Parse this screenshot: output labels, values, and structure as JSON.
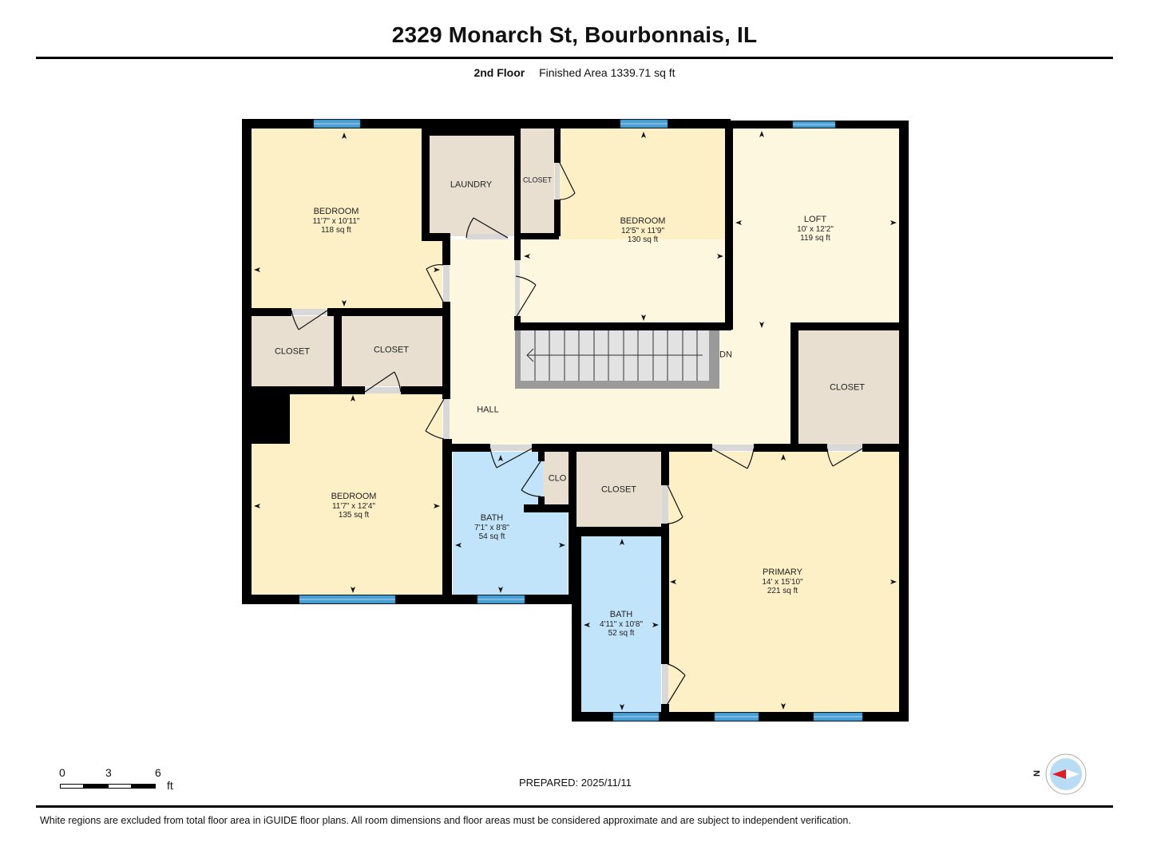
{
  "header": {
    "title": "2329 Monarch St, Bourbonnais, IL",
    "floor": "2nd Floor",
    "finished_area": "Finished Area 1339.71 sq ft"
  },
  "rooms": {
    "bedroom1": {
      "name": "BEDROOM",
      "dims": "11'7\" x 10'11\"",
      "area": "118 sq ft"
    },
    "laundry": {
      "name": "LAUNDRY"
    },
    "closet_top": {
      "name": "CLOSET"
    },
    "bedroom2": {
      "name": "BEDROOM",
      "dims": "12'5\" x 11'9\"",
      "area": "130 sq ft"
    },
    "loft": {
      "name": "LOFT",
      "dims": "10' x 12'2\"",
      "area": "119 sq ft"
    },
    "closet_left1": {
      "name": "CLOSET"
    },
    "closet_left2": {
      "name": "CLOSET"
    },
    "stairs": {
      "label": "DN"
    },
    "hall": {
      "name": "HALL"
    },
    "closet_right": {
      "name": "CLOSET"
    },
    "bedroom3": {
      "name": "BEDROOM",
      "dims": "11'7\" x 12'4\"",
      "area": "135 sq ft"
    },
    "bath1": {
      "name": "BATH",
      "dims": "7'1\" x 8'8\"",
      "area": "54 sq ft"
    },
    "clo": {
      "name": "CLO"
    },
    "closet_mid": {
      "name": "CLOSET"
    },
    "bath2": {
      "name": "BATH",
      "dims": "4'11\" x 10'8\"",
      "area": "52 sq ft"
    },
    "primary": {
      "name": "PRIMARY",
      "dims": "14' x 15'10\"",
      "area": "221 sq ft"
    }
  },
  "scale_bar": {
    "ticks": [
      "0",
      "3",
      "6"
    ],
    "unit": "ft"
  },
  "compass": {
    "label": "N"
  },
  "footer": {
    "prepared": "PREPARED: 2025/11/11",
    "disclaimer": "White regions are excluded from total floor area in iGUIDE floor plans. All room dimensions and floor areas must be considered approximate and are subject to independent verification."
  },
  "colors": {
    "bedroom": "#fdefc6",
    "loft_hall": "#fef7e0",
    "closet": "#e8dfd1",
    "bath": "#c2e4fb",
    "wall": "#000000",
    "window": "#4a9fd4",
    "stairs": "#e0e0e0"
  }
}
